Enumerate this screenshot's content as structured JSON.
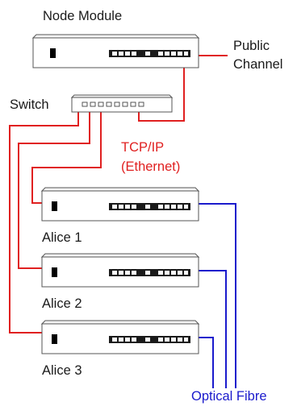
{
  "labels": {
    "node_module": "Node Module",
    "public_channel_line1": "Public",
    "public_channel_line2": "Channel",
    "switch": "Switch",
    "tcpip_line1": "TCP/IP",
    "tcpip_line2": "(Ethernet)",
    "alice1": "Alice 1",
    "alice2": "Alice 2",
    "alice3": "Alice 3",
    "optical_fibre": "Optical Fibre"
  },
  "colors": {
    "ethernet_wire": "#e02020",
    "fibre_wire": "#1a1acc",
    "device_outline": "#555555"
  },
  "devices": [
    {
      "id": "node-module",
      "kind": "rack-unit",
      "label_key": "node_module"
    },
    {
      "id": "switch",
      "kind": "switch",
      "label_key": "switch"
    },
    {
      "id": "alice-1",
      "kind": "rack-unit",
      "label_key": "alice1"
    },
    {
      "id": "alice-2",
      "kind": "rack-unit",
      "label_key": "alice2"
    },
    {
      "id": "alice-3",
      "kind": "rack-unit",
      "label_key": "alice3"
    }
  ],
  "connections": [
    {
      "from": "node-module",
      "to": "public-channel",
      "type": "ethernet"
    },
    {
      "from": "node-module",
      "to": "switch",
      "type": "ethernet"
    },
    {
      "from": "switch",
      "to": "alice-1",
      "type": "ethernet"
    },
    {
      "from": "switch",
      "to": "alice-2",
      "type": "ethernet"
    },
    {
      "from": "switch",
      "to": "alice-3",
      "type": "ethernet"
    },
    {
      "from": "alice-1",
      "to": "optical-fibre",
      "type": "fibre"
    },
    {
      "from": "alice-2",
      "to": "optical-fibre",
      "type": "fibre"
    },
    {
      "from": "alice-3",
      "to": "optical-fibre",
      "type": "fibre"
    }
  ]
}
